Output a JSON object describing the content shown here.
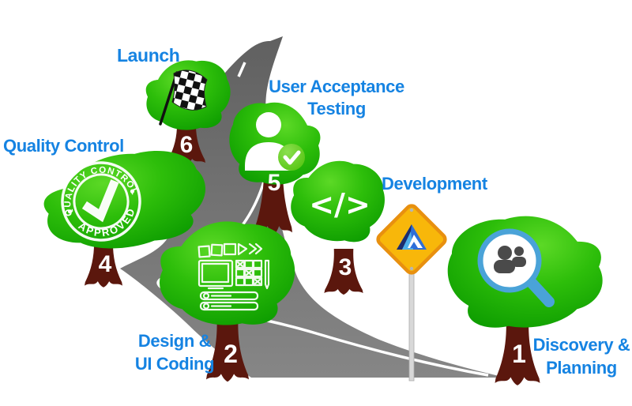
{
  "phases": {
    "p1": {
      "num": "1",
      "l1": "Discovery &",
      "l2": "Planning"
    },
    "p2": {
      "num": "2",
      "l1": "Design &",
      "l2": "UI Coding"
    },
    "p3": {
      "num": "3",
      "l1": "Development"
    },
    "p4": {
      "num": "4",
      "l1": "Quality Control"
    },
    "p5": {
      "num": "5",
      "l1": "User Acceptance",
      "l2": "Testing"
    },
    "p6": {
      "num": "6",
      "l1": "Launch"
    }
  },
  "stamp": {
    "top": "QUALITY CONTROL",
    "bottom": "APPROVED"
  },
  "icons": {
    "code_glyph": "</>",
    "tree1": "magnifier-users-icon",
    "tree2": "wireframe-sketch-icon",
    "tree3": "code-icon",
    "tree4": "quality-approved-stamp-icon",
    "tree5": "user-check-icon",
    "tree6": "checkered-flag-icon",
    "sign": "triangle-logo-road-sign"
  },
  "colors": {
    "label_blue": "#1583e2",
    "tree_green_light": "#5cd926",
    "tree_green_dark": "#0c9b00",
    "trunk_brown": "#5b170d",
    "road_gray": "#7a7a7a",
    "sign_yellow": "#f8b70a",
    "sign_border": "#e8900f"
  }
}
